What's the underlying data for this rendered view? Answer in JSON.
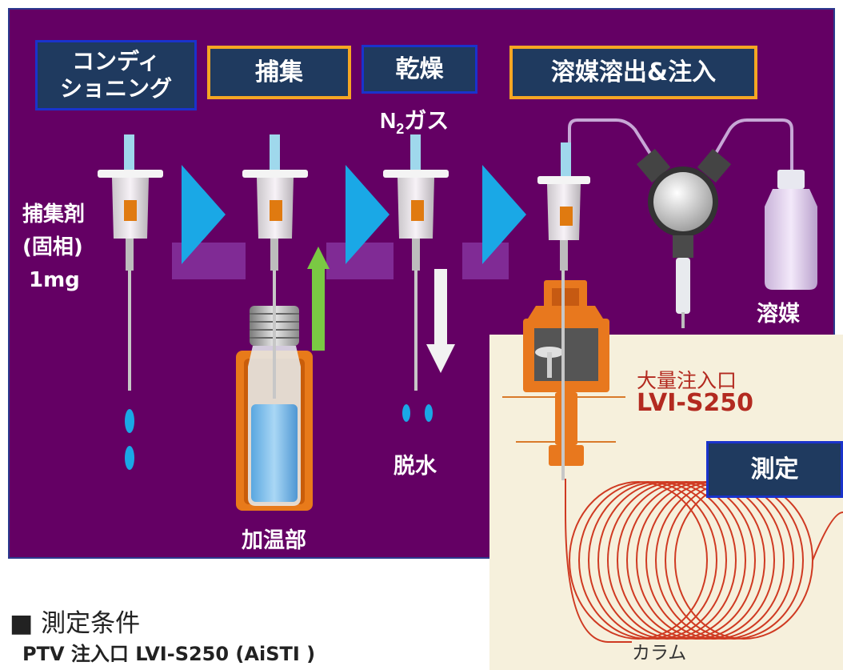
{
  "steps": {
    "conditioning": {
      "line1": "コンディ",
      "line2": "ショニング"
    },
    "capture": "捕集",
    "drying": "乾燥",
    "elution": "溶媒溶出&注入",
    "measurement": "測定"
  },
  "labels": {
    "n2_main": "N",
    "n2_sub": "2",
    "n2_rest": "ガス",
    "sorbent_line1": "捕集剤",
    "sorbent_line2": "(固相)",
    "sorbent_line3": "1mg",
    "heater": "加温部",
    "dehydration": "脱水",
    "solvent": "溶媒",
    "injector_name": "大量注入口",
    "injector_model": "LVI-S250",
    "column": "カラム"
  },
  "conditions": {
    "heading": "■ 測定条件",
    "line1": "PTV 注入口  LVI-S250 (AiSTI )"
  },
  "colors": {
    "panel_bg": "#640064",
    "step_box": "#1f3a5f",
    "step_border_blue": "#1a33cc",
    "step_border_gold": "#f5a623",
    "arrow_cyan": "#1aa8e6",
    "arrow_green": "#7ac943",
    "heater_orange": "#e87a1a",
    "column_red": "#cf3a22",
    "injector_text": "#b32a20"
  }
}
